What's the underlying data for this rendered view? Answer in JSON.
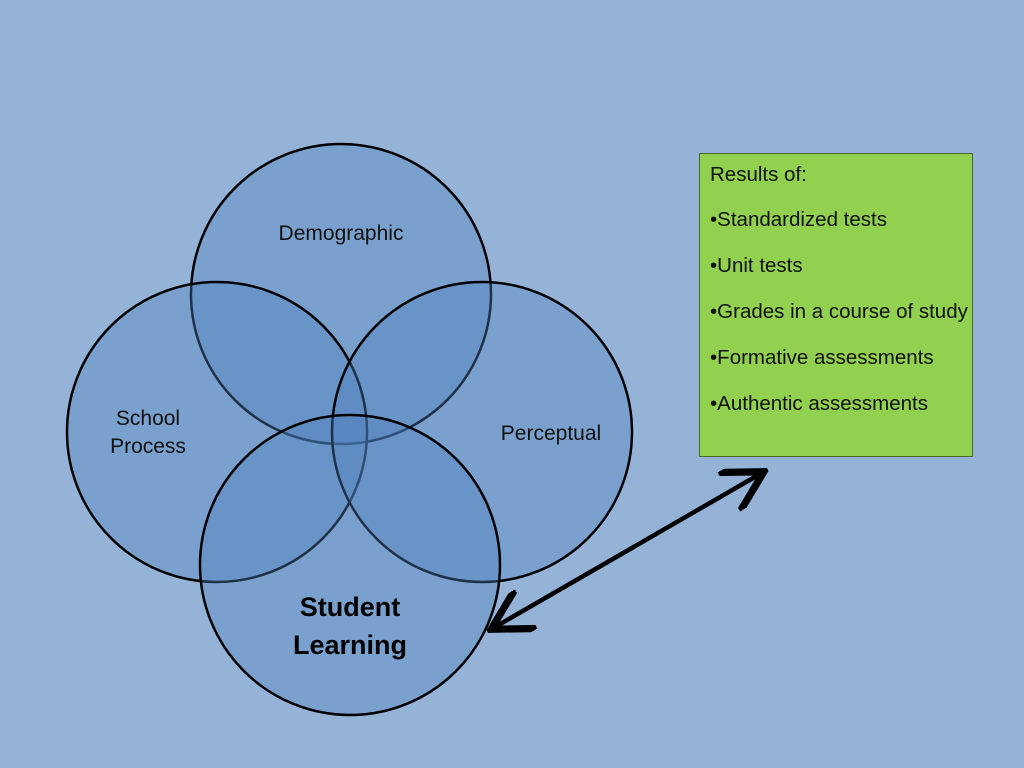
{
  "diagram": {
    "circles": {
      "demographic": "Demographic",
      "school_process_line1": "School",
      "school_process_line2": "Process",
      "perceptual": "Perceptual",
      "student_learning_line1": "Student",
      "student_learning_line2": "Learning"
    },
    "colors": {
      "background": "#95b3d7",
      "circle_fill": "#4f81bd",
      "box_fill": "#92d050"
    }
  },
  "results_box": {
    "heading": "Results of:",
    "items": [
      "•Standardized tests",
      "•Unit tests",
      "•Grades in a course of study",
      "•Formative assessments",
      "•Authentic assessments"
    ]
  }
}
